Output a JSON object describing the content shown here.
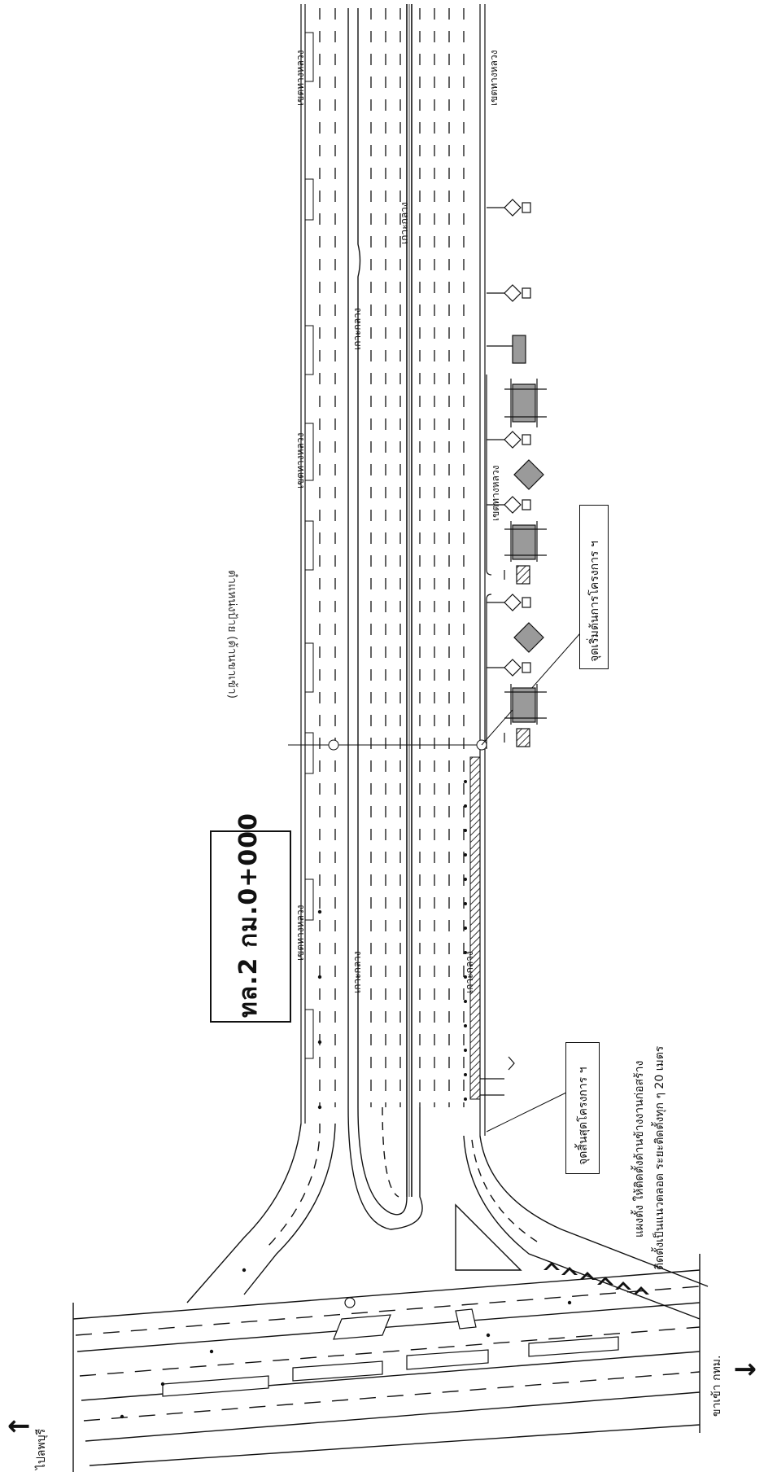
{
  "station": {
    "road": "ทล.2",
    "km": "กม.0+000"
  },
  "labels": {
    "row_boundary": "เขตทางหลวง",
    "median": "เกาะกลาง",
    "median_center": "เกาะกลาง",
    "project_start": "จุดเริ่มต้นการโครงการ ฯ",
    "project_end": "จุดสิ้นสุดโครงการ ฯ",
    "barrier_note_line1": "แผงตั้ง ให้ติดตั้งด้านข้างงานก่อสร้าง",
    "barrier_note_line2": "ติดตั้งเป็นแนวตลอด ระยะติดตั้งทุก ๆ 20 เมตร",
    "to_bkk": "ขาเข้า กทม.",
    "to_lopburi": "ไปลพบุรี",
    "top_caption": "ตำแหน่งป้าย (ด้านขาเข้า)"
  },
  "colors": {
    "line": "#111111",
    "sign_fill": "#9a9a9a",
    "hatch": "#333333"
  }
}
